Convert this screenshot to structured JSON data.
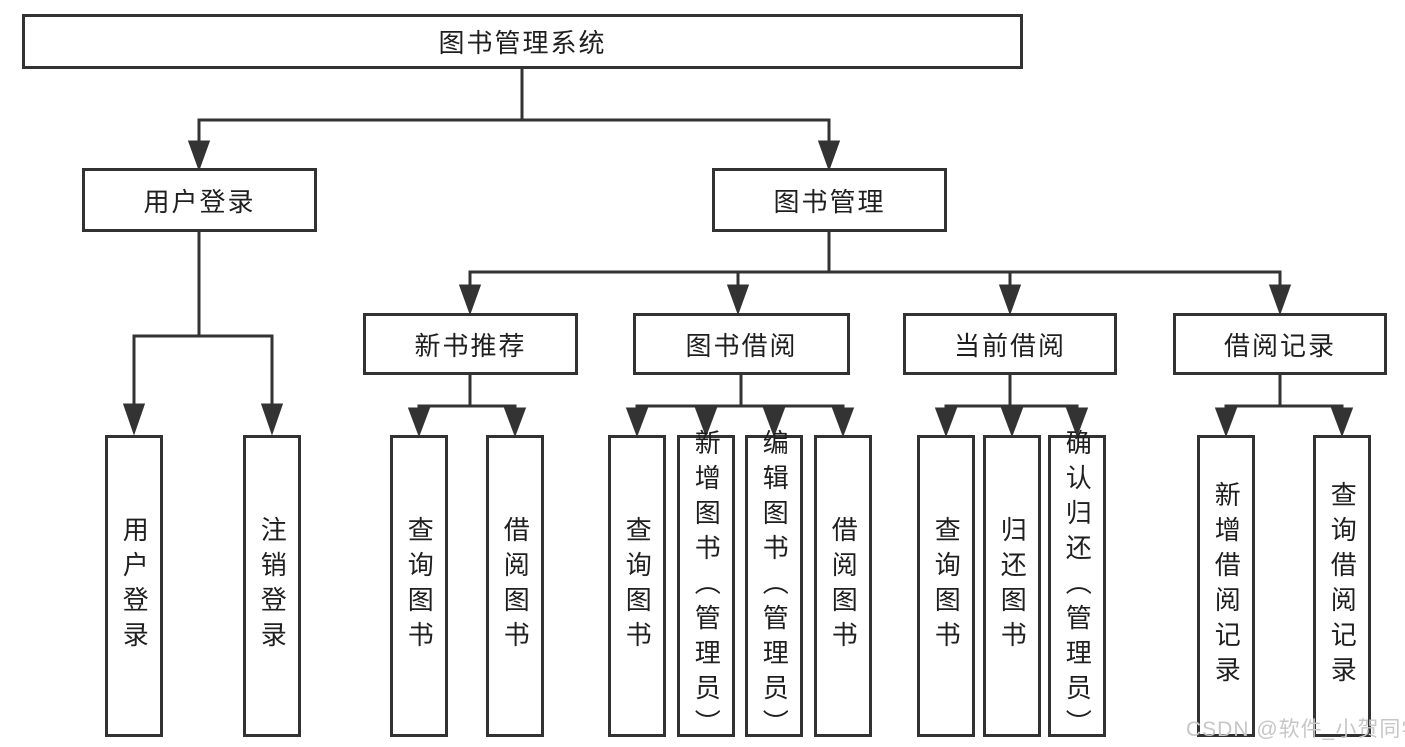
{
  "diagram": {
    "type": "hierarchy-org-chart",
    "orientation": "top-down",
    "line_color": "#333333",
    "box_border_color": "#323232",
    "box_fill": "#ffffff",
    "text_color": "#1f1f1f"
  },
  "tree": {
    "label": "图书管理系统",
    "children": [
      {
        "label": "用户登录",
        "children": [
          {
            "label": "用户登录"
          },
          {
            "label": "注销登录"
          }
        ]
      },
      {
        "label": "图书管理",
        "children": [
          {
            "label": "新书推荐",
            "children": [
              {
                "label": "查询图书"
              },
              {
                "label": "借阅图书"
              }
            ]
          },
          {
            "label": "图书借阅",
            "children": [
              {
                "label": "查询图书"
              },
              {
                "label": "新增图书（管理员）"
              },
              {
                "label": "编辑图书（管理员）"
              },
              {
                "label": "借阅图书"
              }
            ]
          },
          {
            "label": "当前借阅",
            "children": [
              {
                "label": "查询图书"
              },
              {
                "label": "归还图书"
              },
              {
                "label": "确认归还（管理员）"
              }
            ]
          },
          {
            "label": "借阅记录",
            "children": [
              {
                "label": "新增借阅记录"
              },
              {
                "label": "查询借阅记录"
              }
            ]
          }
        ]
      }
    ]
  },
  "watermark": {
    "text": "CSDN @软件_小贺同学",
    "color": "#c7c7c7"
  }
}
